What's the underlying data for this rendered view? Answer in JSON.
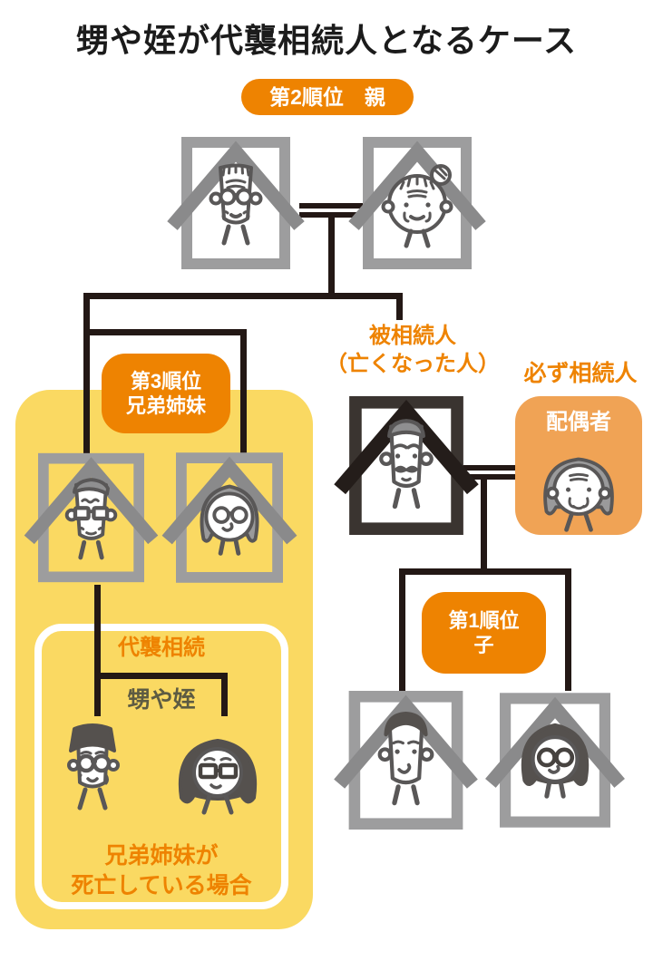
{
  "title": "甥や姪が代襲相続人となるケース",
  "colors": {
    "accent_orange": "#ee8301",
    "light_orange": "#f0a355",
    "yellow": "#fad962",
    "connector_black": "#231815",
    "label_olive": "#5d5b42"
  },
  "badges": {
    "rank2": "第2順位　親",
    "rank3_line1": "第3順位",
    "rank3_line2": "兄弟姉妹",
    "rank1_line1": "第1順位",
    "rank1_line2": "子"
  },
  "labels": {
    "decedent_line1": "被相続人",
    "decedent_line2": "（亡くなった人）",
    "always_heir": "必ず相続人",
    "spouse": "配偶者",
    "substitute_inheritance": "代襲相続",
    "nephew_niece": "甥や姪",
    "case_line1": "兄弟姉妹が",
    "case_line2": "死亡している場合"
  },
  "figures": {
    "grandfather": "framed-deceased-elderly-man",
    "grandmother": "framed-deceased-elderly-woman",
    "brother": "framed-deceased-man-square-glasses",
    "sister": "framed-deceased-woman-round-glasses",
    "decedent": "black-framed-deceased-mustached-man",
    "spouse": "elderly-woman",
    "son": "framed-deceased-young-man",
    "daughter": "framed-deceased-young-woman-glasses",
    "nephew": "young-man-round-glasses",
    "niece": "young-woman-square-glasses"
  }
}
